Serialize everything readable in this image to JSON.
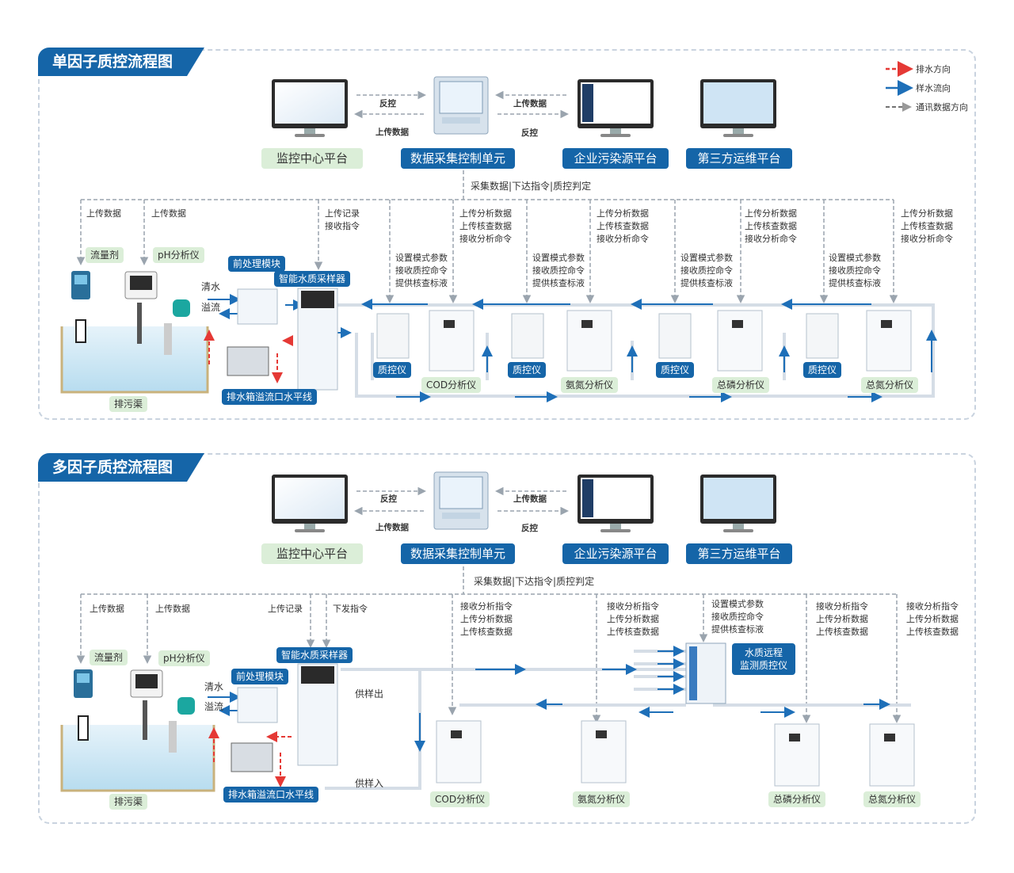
{
  "legend": {
    "drain": "排水方向",
    "sample": "样水流向",
    "comm": "通讯数据方向"
  },
  "colors": {
    "brand": "#1565a8",
    "green_label": "#dbeed8",
    "drain": "#e53935",
    "sample": "#1e6fb8",
    "comm": "#8a8a8a"
  },
  "top": {
    "title": "单因子质控流程图",
    "platforms": {
      "monitor": "监控中心平台",
      "dau": "数据采集控制单元",
      "enterprise": "企业污染源平台",
      "third": "第三方运维平台"
    },
    "arrows": {
      "fankong1": "反控",
      "upload1": "上传数据",
      "upload2": "上传数据",
      "fankong2": "反控"
    },
    "bus": "采集数据|下达指令|质控判定",
    "notes": {
      "flow_up": "上传数据",
      "ph_up": "上传数据",
      "sampler": "上传记录\n接收指令",
      "qc": "设置模式参数\n接收质控命令\n提供核查标液",
      "an": "上传分析数据\n上传核查数据\n接收分析命令"
    },
    "devices": {
      "flow": "流量剂",
      "ph": "pH分析仪",
      "pre": "前处理模块",
      "sampler": "智能水质采样器",
      "clear": "清水",
      "overflow": "溢流",
      "drainbox": "排水箱溢流口水平线",
      "ditch": "排污渠",
      "qc": "质控仪",
      "cod": "COD分析仪",
      "nh3": "氨氮分析仪",
      "tp": "总磷分析仪",
      "tn": "总氮分析仪"
    }
  },
  "bottom": {
    "title": "多因子质控流程图",
    "platforms": {
      "monitor": "监控中心平台",
      "dau": "数据采集控制单元",
      "enterprise": "企业污染源平台",
      "third": "第三方运维平台"
    },
    "arrows": {
      "fankong1": "反控",
      "upload1": "上传数据",
      "upload2": "上传数据",
      "fankong2": "反控"
    },
    "bus": "采集数据|下达指令|质控判定",
    "notes": {
      "flow_up": "上传数据",
      "ph_up": "上传数据",
      "record": "上传记录",
      "cmd": "下发指令",
      "cod": "接收分析指令\n上传分析数据\n上传核查数据",
      "nh3": "接收分析指令\n上传分析数据\n上传核查数据",
      "qc": "设置模式参数\n接收质控命令\n提供核查标液",
      "tp": "接收分析指令\n上传分析数据\n上传核查数据",
      "tn": "接收分析指令\n上传分析数据\n上传核查数据"
    },
    "devices": {
      "flow": "流量剂",
      "ph": "pH分析仪",
      "pre": "前处理模块",
      "sampler": "智能水质采样器",
      "clear": "清水",
      "overflow": "溢流",
      "supply_out": "供样出",
      "supply_in": "供样入",
      "drainbox": "排水箱溢流口水平线",
      "ditch": "排污渠",
      "remote_qc": "水质远程\n监测质控仪",
      "cod": "COD分析仪",
      "nh3": "氨氮分析仪",
      "tp": "总磷分析仪",
      "tn": "总氮分析仪"
    }
  }
}
